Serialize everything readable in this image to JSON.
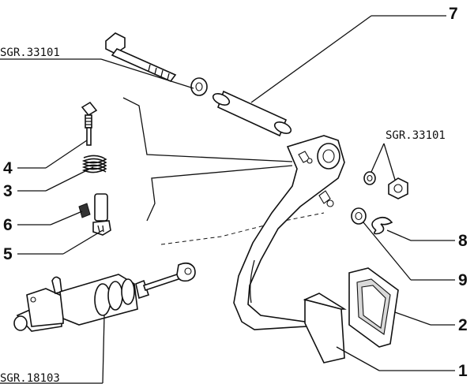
{
  "callouts": {
    "sgr_top_left": "SGR.33101",
    "sgr_right": "SGR.33101",
    "sgr_bottom": "SGR.18103",
    "n7": "7",
    "n4": "4",
    "n3": "3",
    "n6": "6",
    "n5": "5",
    "n8": "8",
    "n9": "9",
    "n2": "2",
    "n1": "1"
  }
}
